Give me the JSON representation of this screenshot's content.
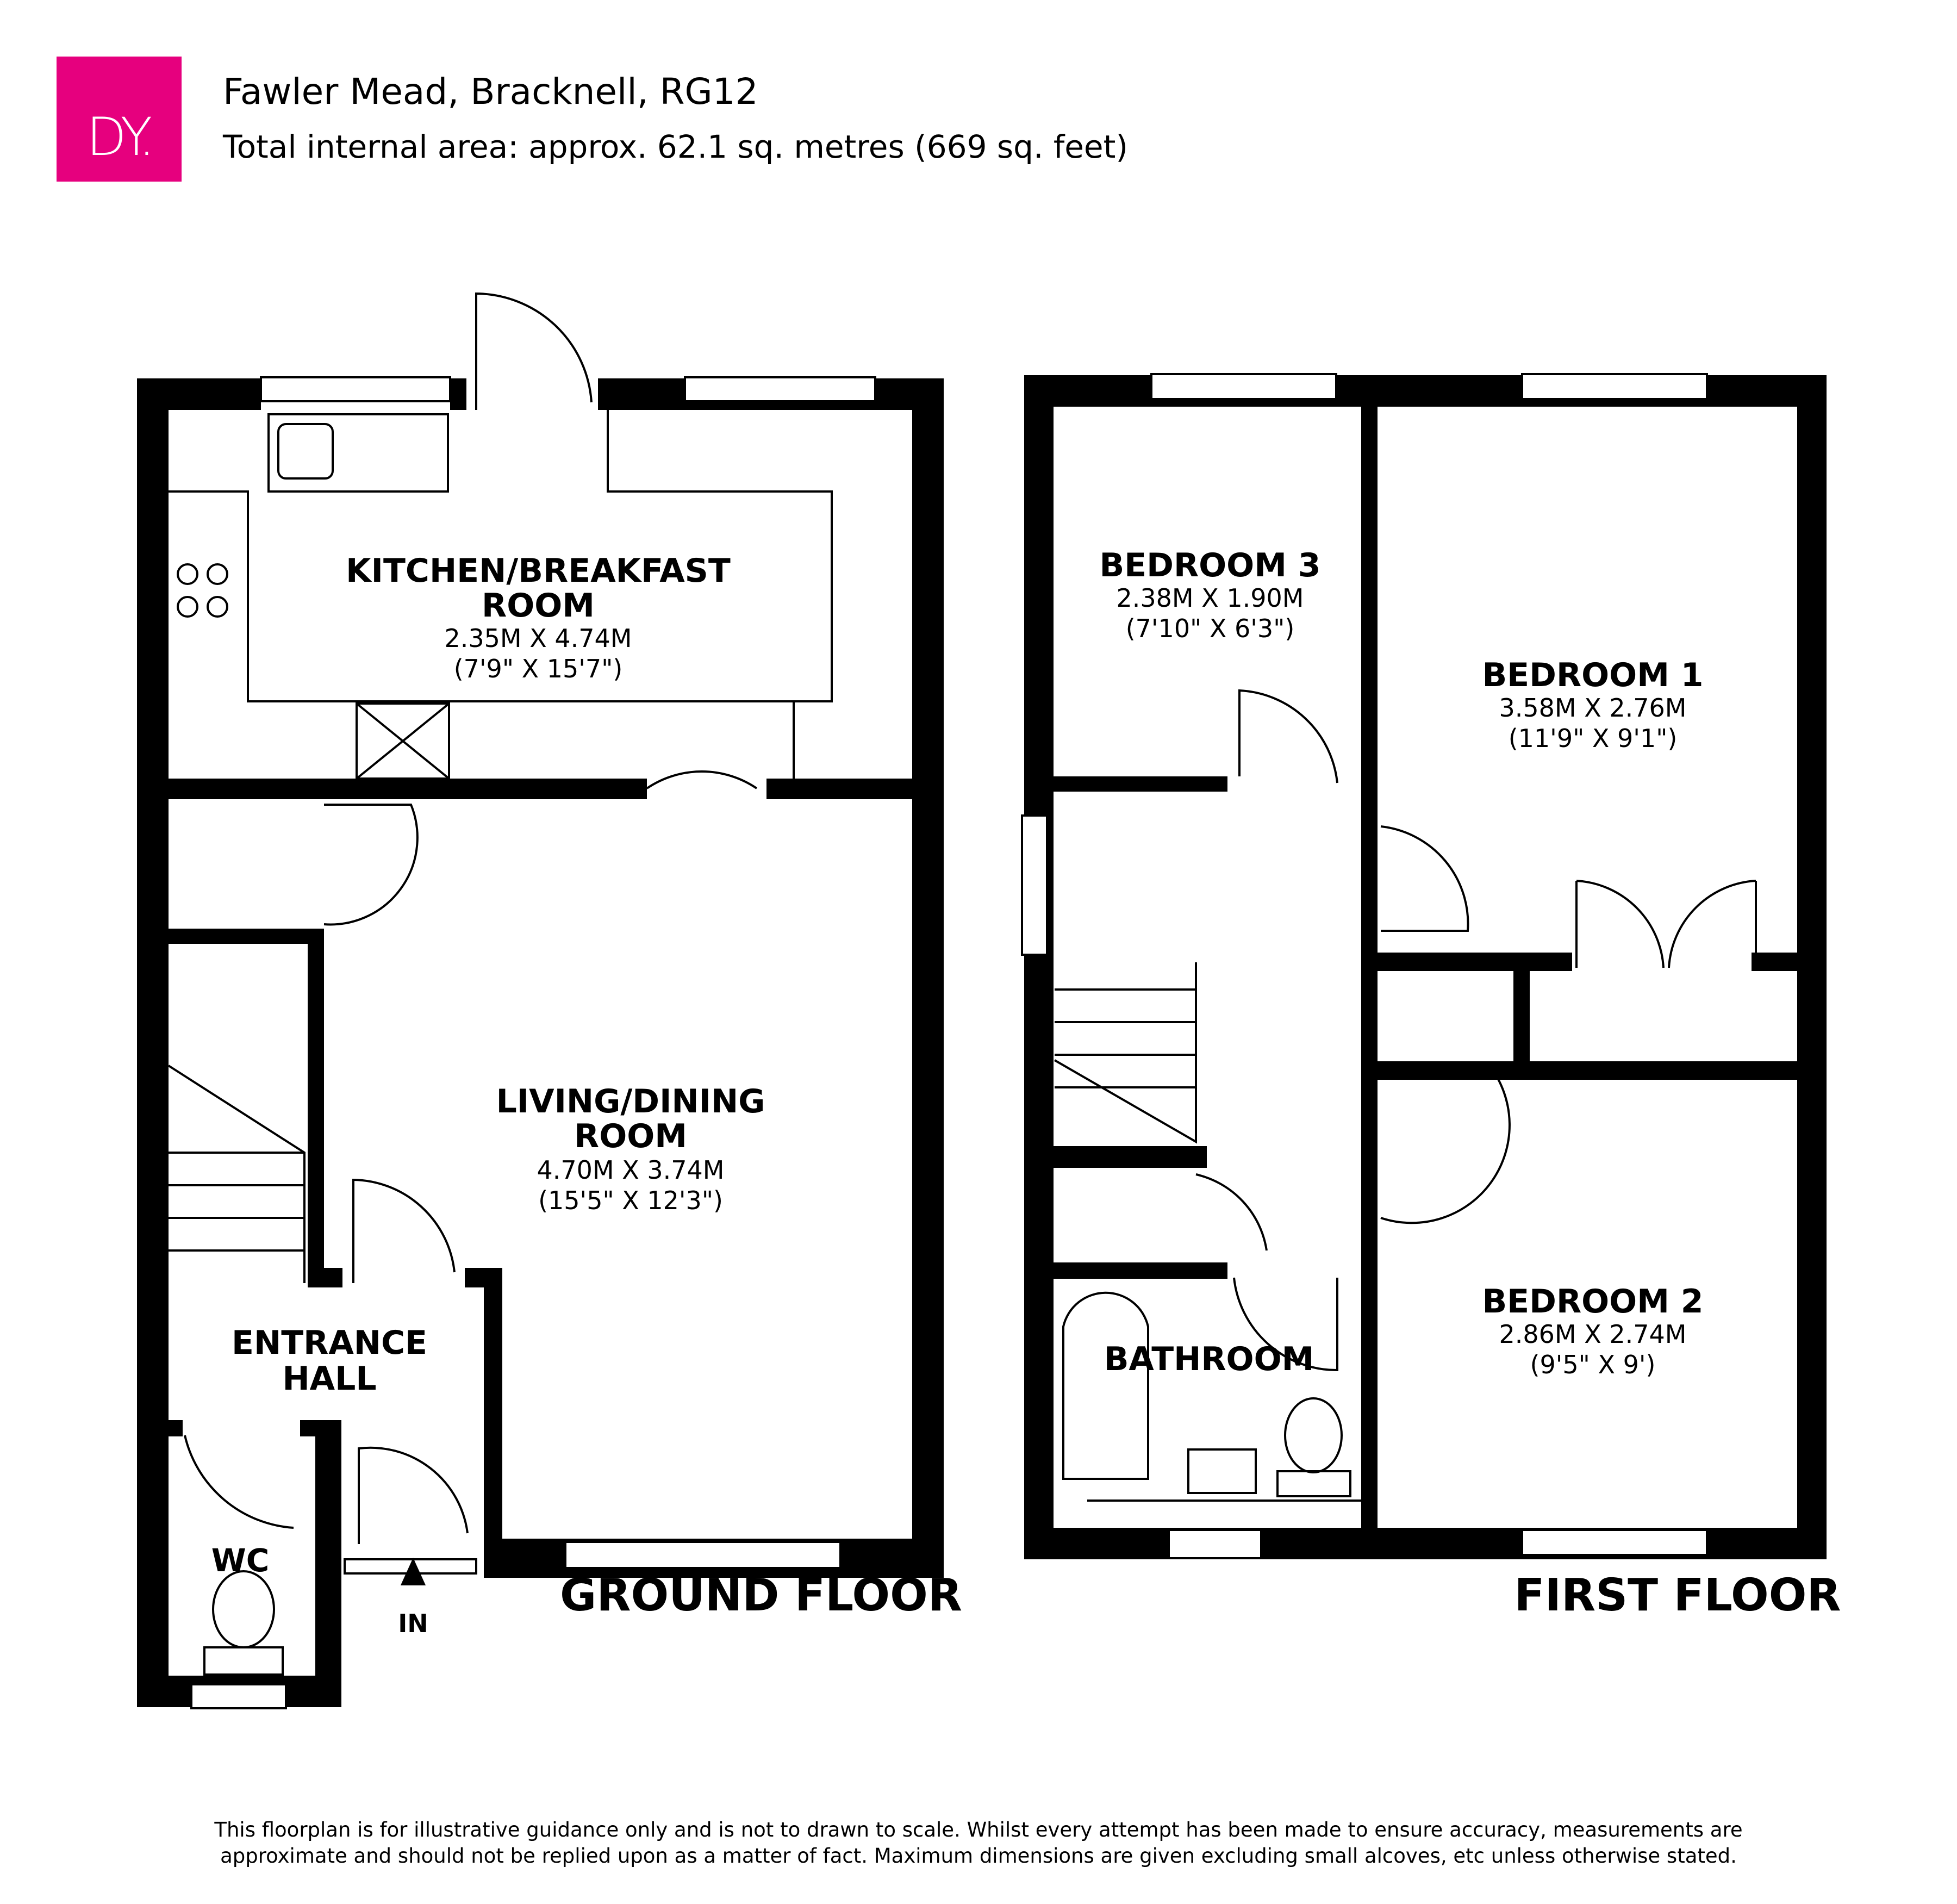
{
  "brand": {
    "logo_text": "DY.",
    "logo_color": "#e6007e"
  },
  "header": {
    "title": "Fawler Mead, Bracknell, RG12",
    "subtitle": "Total internal area: approx. 62.1 sq. metres (669 sq. feet)"
  },
  "ground_floor": {
    "label": "GROUND FLOOR",
    "entrance_marker": "IN",
    "rooms": {
      "kitchen": {
        "name_line1": "KITCHEN/BREAKFAST",
        "name_line2": "ROOM",
        "metric": "2.35M X 4.74M",
        "imperial": "(7'9\" X 15'7\")"
      },
      "living": {
        "name_line1": "LIVING/DINING",
        "name_line2": "ROOM",
        "metric": "4.70M X 3.74M",
        "imperial": "(15'5\" X 12'3\")"
      },
      "entrance": {
        "name_line1": "ENTRANCE",
        "name_line2": "HALL"
      },
      "wc": {
        "name": "WC"
      }
    }
  },
  "first_floor": {
    "label": "FIRST FLOOR",
    "rooms": {
      "bedroom3": {
        "name": "BEDROOM 3",
        "metric": "2.38M X 1.90M",
        "imperial": "(7'10\" X 6'3\")"
      },
      "bedroom1": {
        "name": "BEDROOM 1",
        "metric": "3.58M X 2.76M",
        "imperial": "(11'9\" X 9'1\")"
      },
      "bedroom2": {
        "name": "BEDROOM 2",
        "metric": "2.86M X 2.74M",
        "imperial": "(9'5\" X 9')"
      },
      "bathroom": {
        "name": "BATHROOM"
      }
    }
  },
  "footer": {
    "disclaimer_line1": "This floorplan is for illustrative guidance only and is not to drawn to scale. Whilst every attempt has been made to ensure accuracy, measurements are",
    "disclaimer_line2": "approximate and should not be replied upon as a matter of fact. Maximum dimensions are given excluding small alcoves, etc unless otherwise stated."
  }
}
